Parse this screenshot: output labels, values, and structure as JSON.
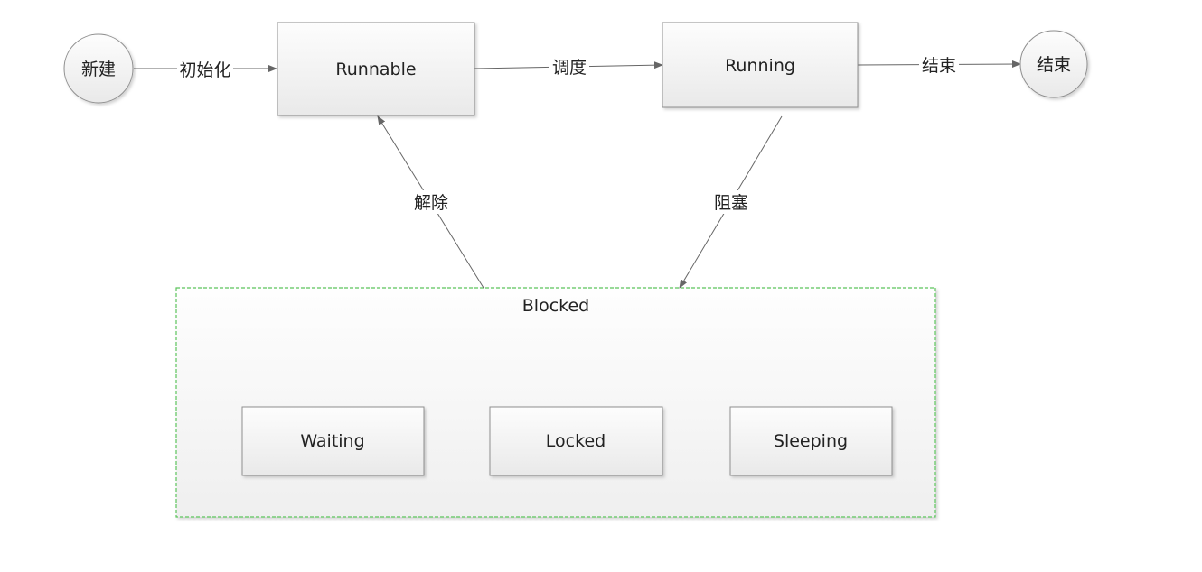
{
  "diagram": {
    "nodes": {
      "new": "新建",
      "runnable": "Runnable",
      "running": "Running",
      "end": "结束",
      "blocked": "Blocked",
      "waiting": "Waiting",
      "locked": "Locked",
      "sleeping": "Sleeping"
    },
    "edges": {
      "init": "初始化",
      "schedule": "调度",
      "finish": "结束",
      "block": "阻塞",
      "release": "解除"
    },
    "colors": {
      "box_fill_top": "#fdfdfd",
      "box_fill_bottom": "#e9e9e9",
      "box_stroke": "#8f8f8f",
      "blocked_stroke": "#5cc45c",
      "edge_stroke": "#666666"
    }
  }
}
